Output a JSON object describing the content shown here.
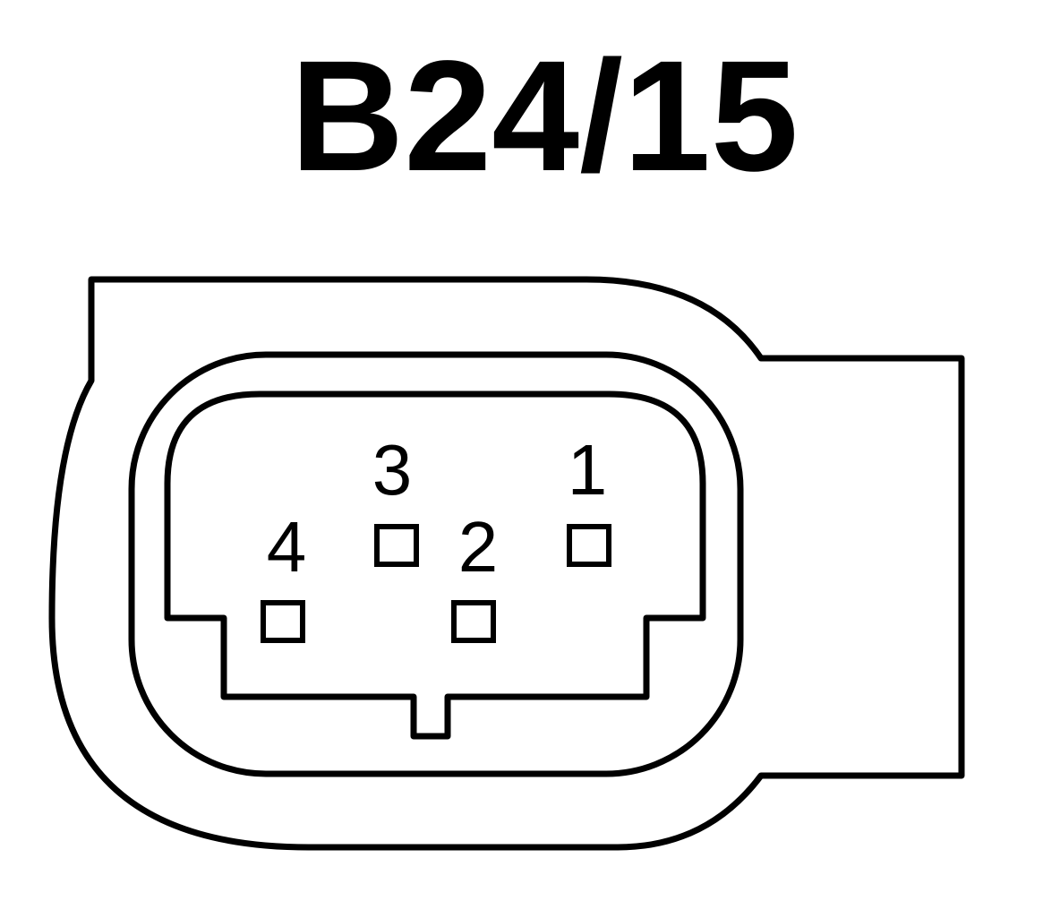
{
  "title": "B24/15",
  "colors": {
    "stroke": "#000000",
    "background": "#ffffff"
  },
  "pins": [
    {
      "label": "1"
    },
    {
      "label": "2"
    },
    {
      "label": "3"
    },
    {
      "label": "4"
    }
  ]
}
